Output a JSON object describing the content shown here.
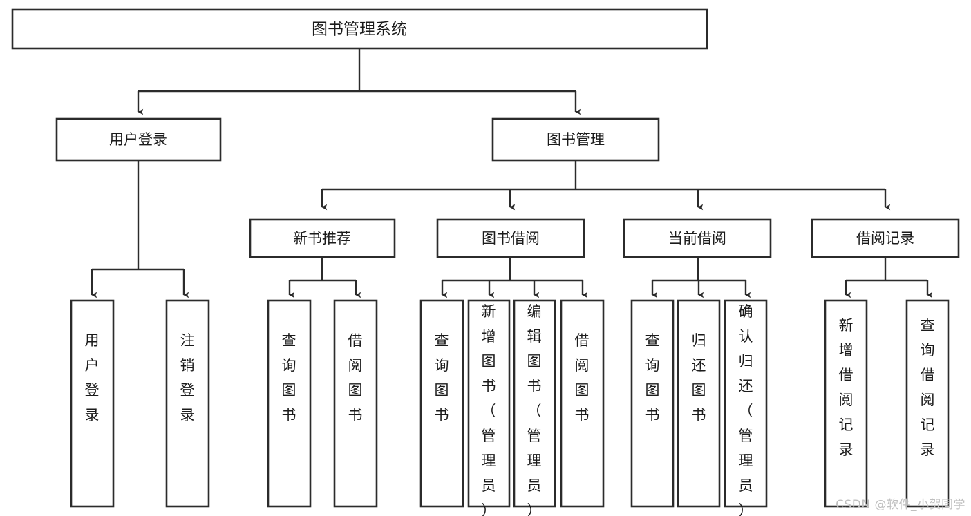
{
  "diagram": {
    "type": "tree-hierarchy",
    "title": "图书管理系统",
    "watermark": "CSDN @软件_小贺同学",
    "colors": {
      "box_fill": "#ffffff",
      "box_stroke": "#2b2b2b",
      "connector": "#2b2b2b",
      "text": "#1b1b1b",
      "watermark": "#bfbfbf"
    },
    "levels": {
      "root": {
        "label": "图书管理系统"
      },
      "level2": [
        {
          "label": "用户登录"
        },
        {
          "label": "图书管理"
        }
      ],
      "level3": [
        {
          "label": "新书推荐"
        },
        {
          "label": "图书借阅"
        },
        {
          "label": "当前借阅"
        },
        {
          "label": "借阅记录"
        }
      ]
    },
    "leaves": {
      "user_login": [
        {
          "label": "用户登录"
        },
        {
          "label": "注销登录"
        }
      ],
      "new_book_recommend": [
        {
          "label": "查询图书"
        },
        {
          "label": "借阅图书"
        }
      ],
      "book_borrow": [
        {
          "label": "查询图书"
        },
        {
          "label": "新增图书（管理员）"
        },
        {
          "label": "编辑图书（管理员）"
        },
        {
          "label": "借阅图书"
        }
      ],
      "current_borrow": [
        {
          "label": "查询图书"
        },
        {
          "label": "归还图书"
        },
        {
          "label": "确认归还（管理员）"
        }
      ],
      "borrow_record": [
        {
          "label": "新增借阅记录"
        },
        {
          "label": "查询借阅记录"
        }
      ]
    }
  }
}
